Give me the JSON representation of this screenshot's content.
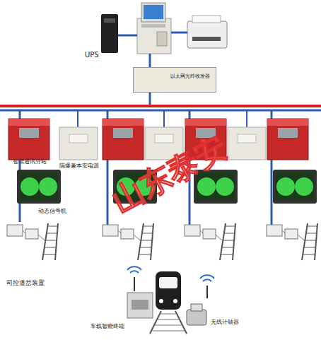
{
  "diagram": {
    "nodes": [
      {
        "text": [
          "UPS"
        ]
      },
      {
        "text": [
          "以太网光纤收发器"
        ]
      },
      {
        "text": [
          "智能通讯分站"
        ]
      },
      {
        "text": [
          "隔爆兼本安电源"
        ]
      },
      {
        "text": [
          "动态信号机"
        ]
      },
      {
        "text": [
          "司控道岔装置"
        ]
      },
      {
        "text": [
          "车载智能终端"
        ]
      },
      {
        "text": [
          "无线计轴器"
        ]
      }
    ],
    "edges": [
      {
        "from": 2,
        "to": 4,
        "arrow": "none"
      },
      {
        "from": 4,
        "to": 5,
        "arrow": "none"
      }
    ],
    "labels": [
      "山东泰安"
    ]
  }
}
